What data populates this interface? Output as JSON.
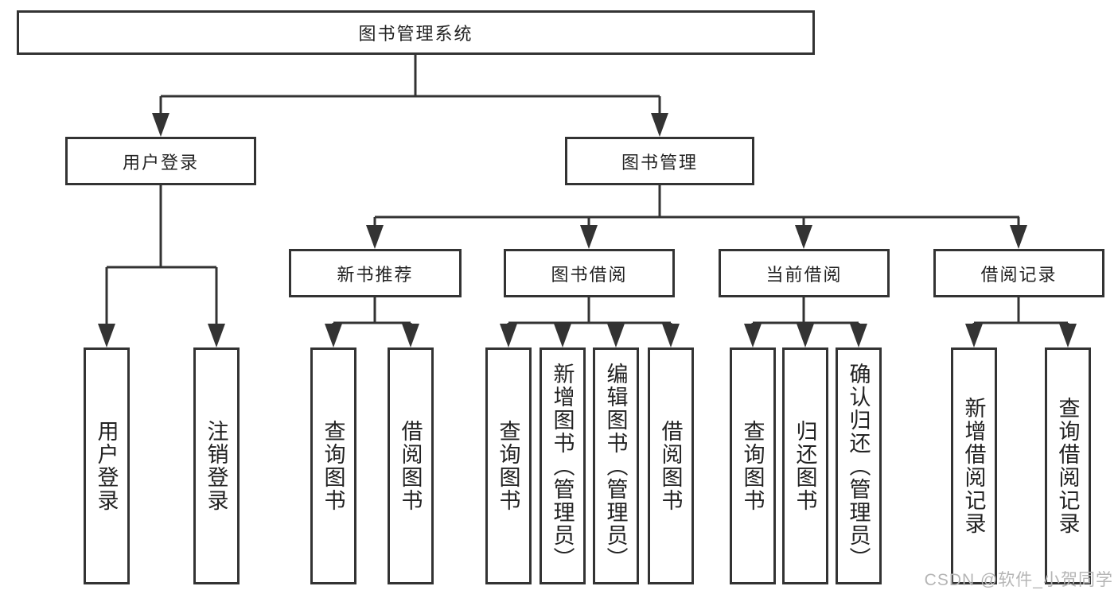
{
  "diagram": {
    "root": {
      "label": "图书管理系统"
    },
    "level2": [
      {
        "label": "用户登录"
      },
      {
        "label": "图书管理"
      }
    ],
    "level3": [
      {
        "label": "新书推荐"
      },
      {
        "label": "图书借阅"
      },
      {
        "label": "当前借阅"
      },
      {
        "label": "借阅记录"
      }
    ],
    "leaves": [
      {
        "label": "用户登录"
      },
      {
        "label": "注销登录"
      },
      {
        "label": "查询图书"
      },
      {
        "label": "借阅图书"
      },
      {
        "label": "查询图书"
      },
      {
        "label": "新增图书（管理员）"
      },
      {
        "label": "编辑图书（管理员）"
      },
      {
        "label": "借阅图书"
      },
      {
        "label": "查询图书"
      },
      {
        "label": "归还图书"
      },
      {
        "label": "确认归还（管理员）"
      },
      {
        "label": "新增借阅记录"
      },
      {
        "label": "查询借阅记录"
      }
    ]
  },
  "watermark": {
    "text": "CSDN @软件_小贺同学"
  },
  "colors": {
    "line": "#333333",
    "text": "#222222",
    "background": "#ffffff",
    "watermark": "#b5b5b5"
  }
}
